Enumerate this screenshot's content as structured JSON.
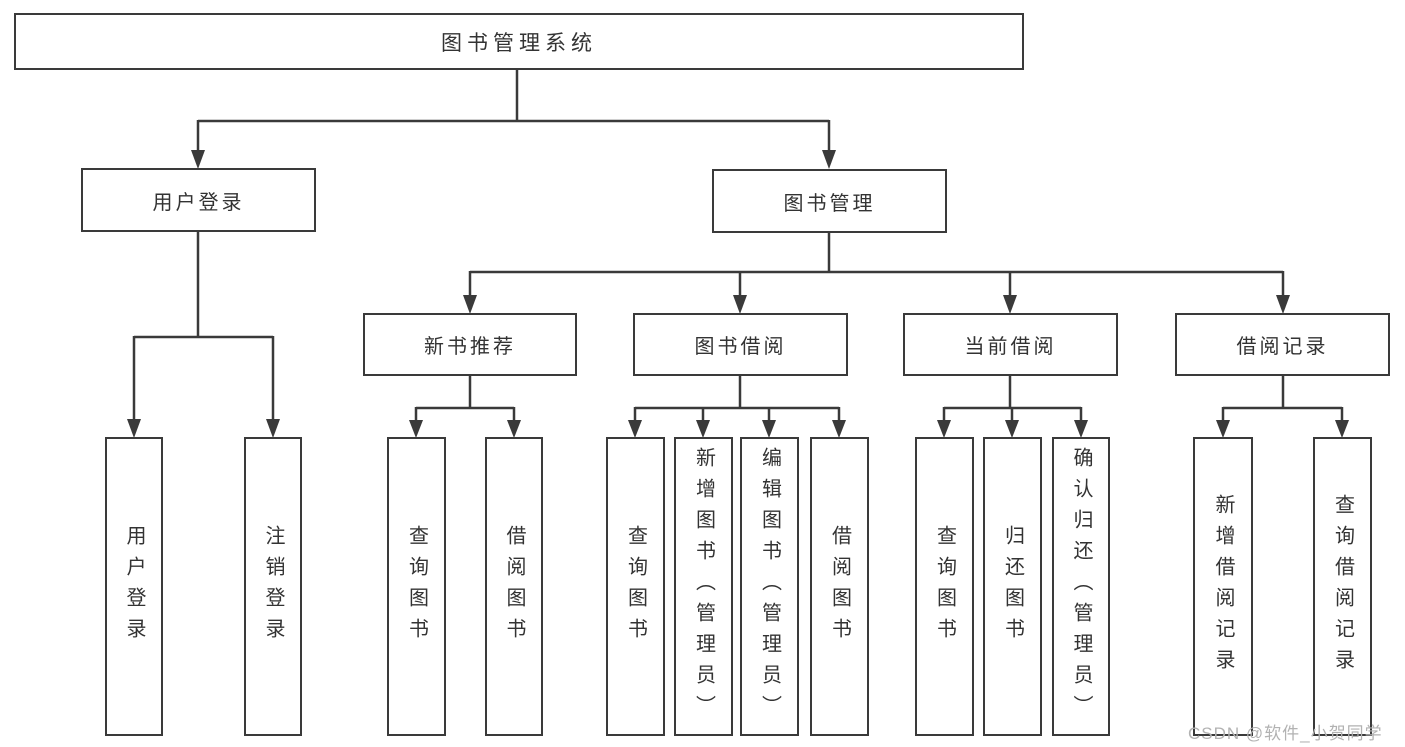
{
  "colors": {
    "line": "#3a3a3a",
    "box_border": "#3a3a3a",
    "text": "#333333",
    "background": "#ffffff",
    "watermark": "#b2b2b2"
  },
  "tree": {
    "label": "图书管理系统",
    "children": [
      {
        "label": "用户登录",
        "children": [
          {
            "label": "用户登录"
          },
          {
            "label": "注销登录"
          }
        ]
      },
      {
        "label": "图书管理",
        "children": [
          {
            "label": "新书推荐",
            "children": [
              {
                "label": "查询图书"
              },
              {
                "label": "借阅图书"
              }
            ]
          },
          {
            "label": "图书借阅",
            "children": [
              {
                "label": "查询图书"
              },
              {
                "label": "新增图书（管理员）"
              },
              {
                "label": "编辑图书（管理员）"
              },
              {
                "label": "借阅图书"
              }
            ]
          },
          {
            "label": "当前借阅",
            "children": [
              {
                "label": "查询图书"
              },
              {
                "label": "归还图书"
              },
              {
                "label": "确认归还（管理员）"
              }
            ]
          },
          {
            "label": "借阅记录",
            "children": [
              {
                "label": "新增借阅记录"
              },
              {
                "label": "查询借阅记录"
              }
            ]
          }
        ]
      }
    ]
  },
  "watermark": {
    "text": "CSDN @软件_小贺同学"
  }
}
